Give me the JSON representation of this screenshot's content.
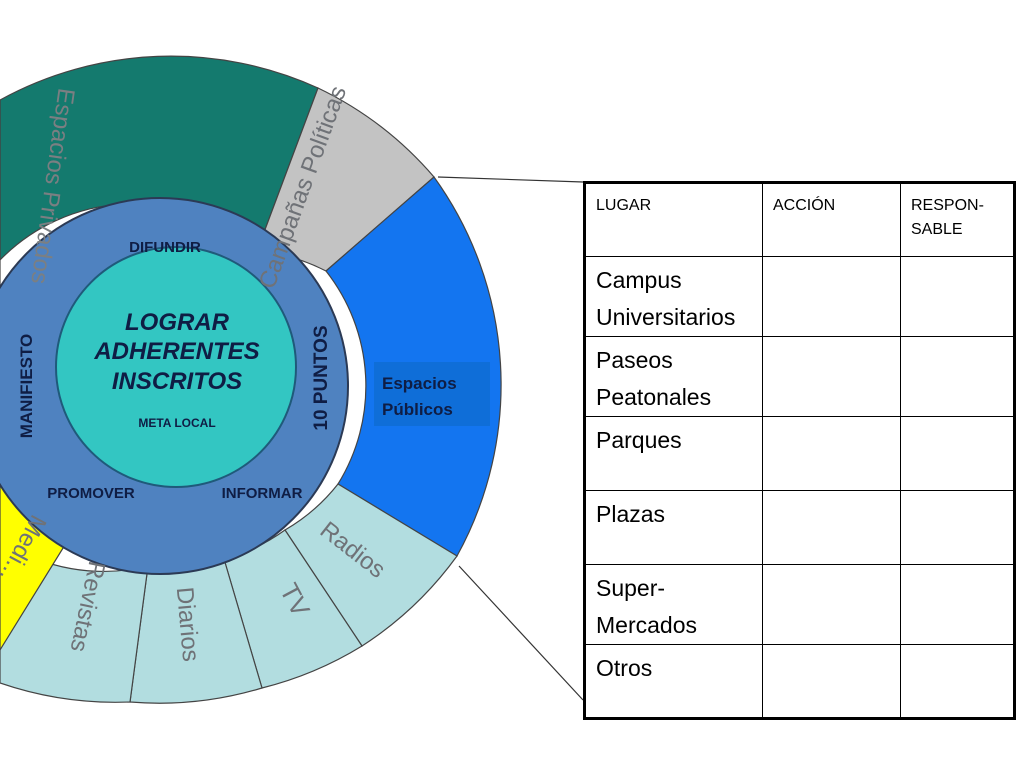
{
  "wheel": {
    "center": {
      "line1": "LOGRAR",
      "line2": "ADHERENTES",
      "line3": "INSCRITOS",
      "sub": "META LOCAL"
    },
    "middle_ring": {
      "top": "DIFUNDIR",
      "left": "MANIFIESTO",
      "right": "10 PUNTOS",
      "bottom_left": "PROMOVER",
      "bottom_right": "INFORMAR"
    },
    "outer_segments": {
      "espacios_privados": "Espacios Privados",
      "campanas_politicas": "Campañas Políticas",
      "espacios_publicos": "Espacios Públicos",
      "radios": "Radios",
      "tv": "TV",
      "diarios": "Diarios",
      "revistas": "Revistas",
      "medios": "Medi..."
    },
    "colors": {
      "dark_teal": "#147a6e",
      "gray": "#c3c3c3",
      "blue": "#1375f0",
      "light_teal": "#b2dde0",
      "yellow": "#ffff00",
      "middle_ring": "#4f82c0",
      "center": "#33c6c2"
    }
  },
  "table": {
    "headers": [
      "LUGAR",
      "ACCIÓN",
      "RESPON-\nSABLE"
    ],
    "rows": [
      {
        "place": "Campus\nUniversitarios",
        "action": "",
        "responsible": ""
      },
      {
        "place": "Paseos\nPeatonales",
        "action": "",
        "responsible": ""
      },
      {
        "place": "Parques",
        "action": "",
        "responsible": ""
      },
      {
        "place": "Plazas",
        "action": "",
        "responsible": ""
      },
      {
        "place": "Super-\nMercados",
        "action": "",
        "responsible": ""
      },
      {
        "place": "Otros",
        "action": "",
        "responsible": ""
      }
    ]
  }
}
